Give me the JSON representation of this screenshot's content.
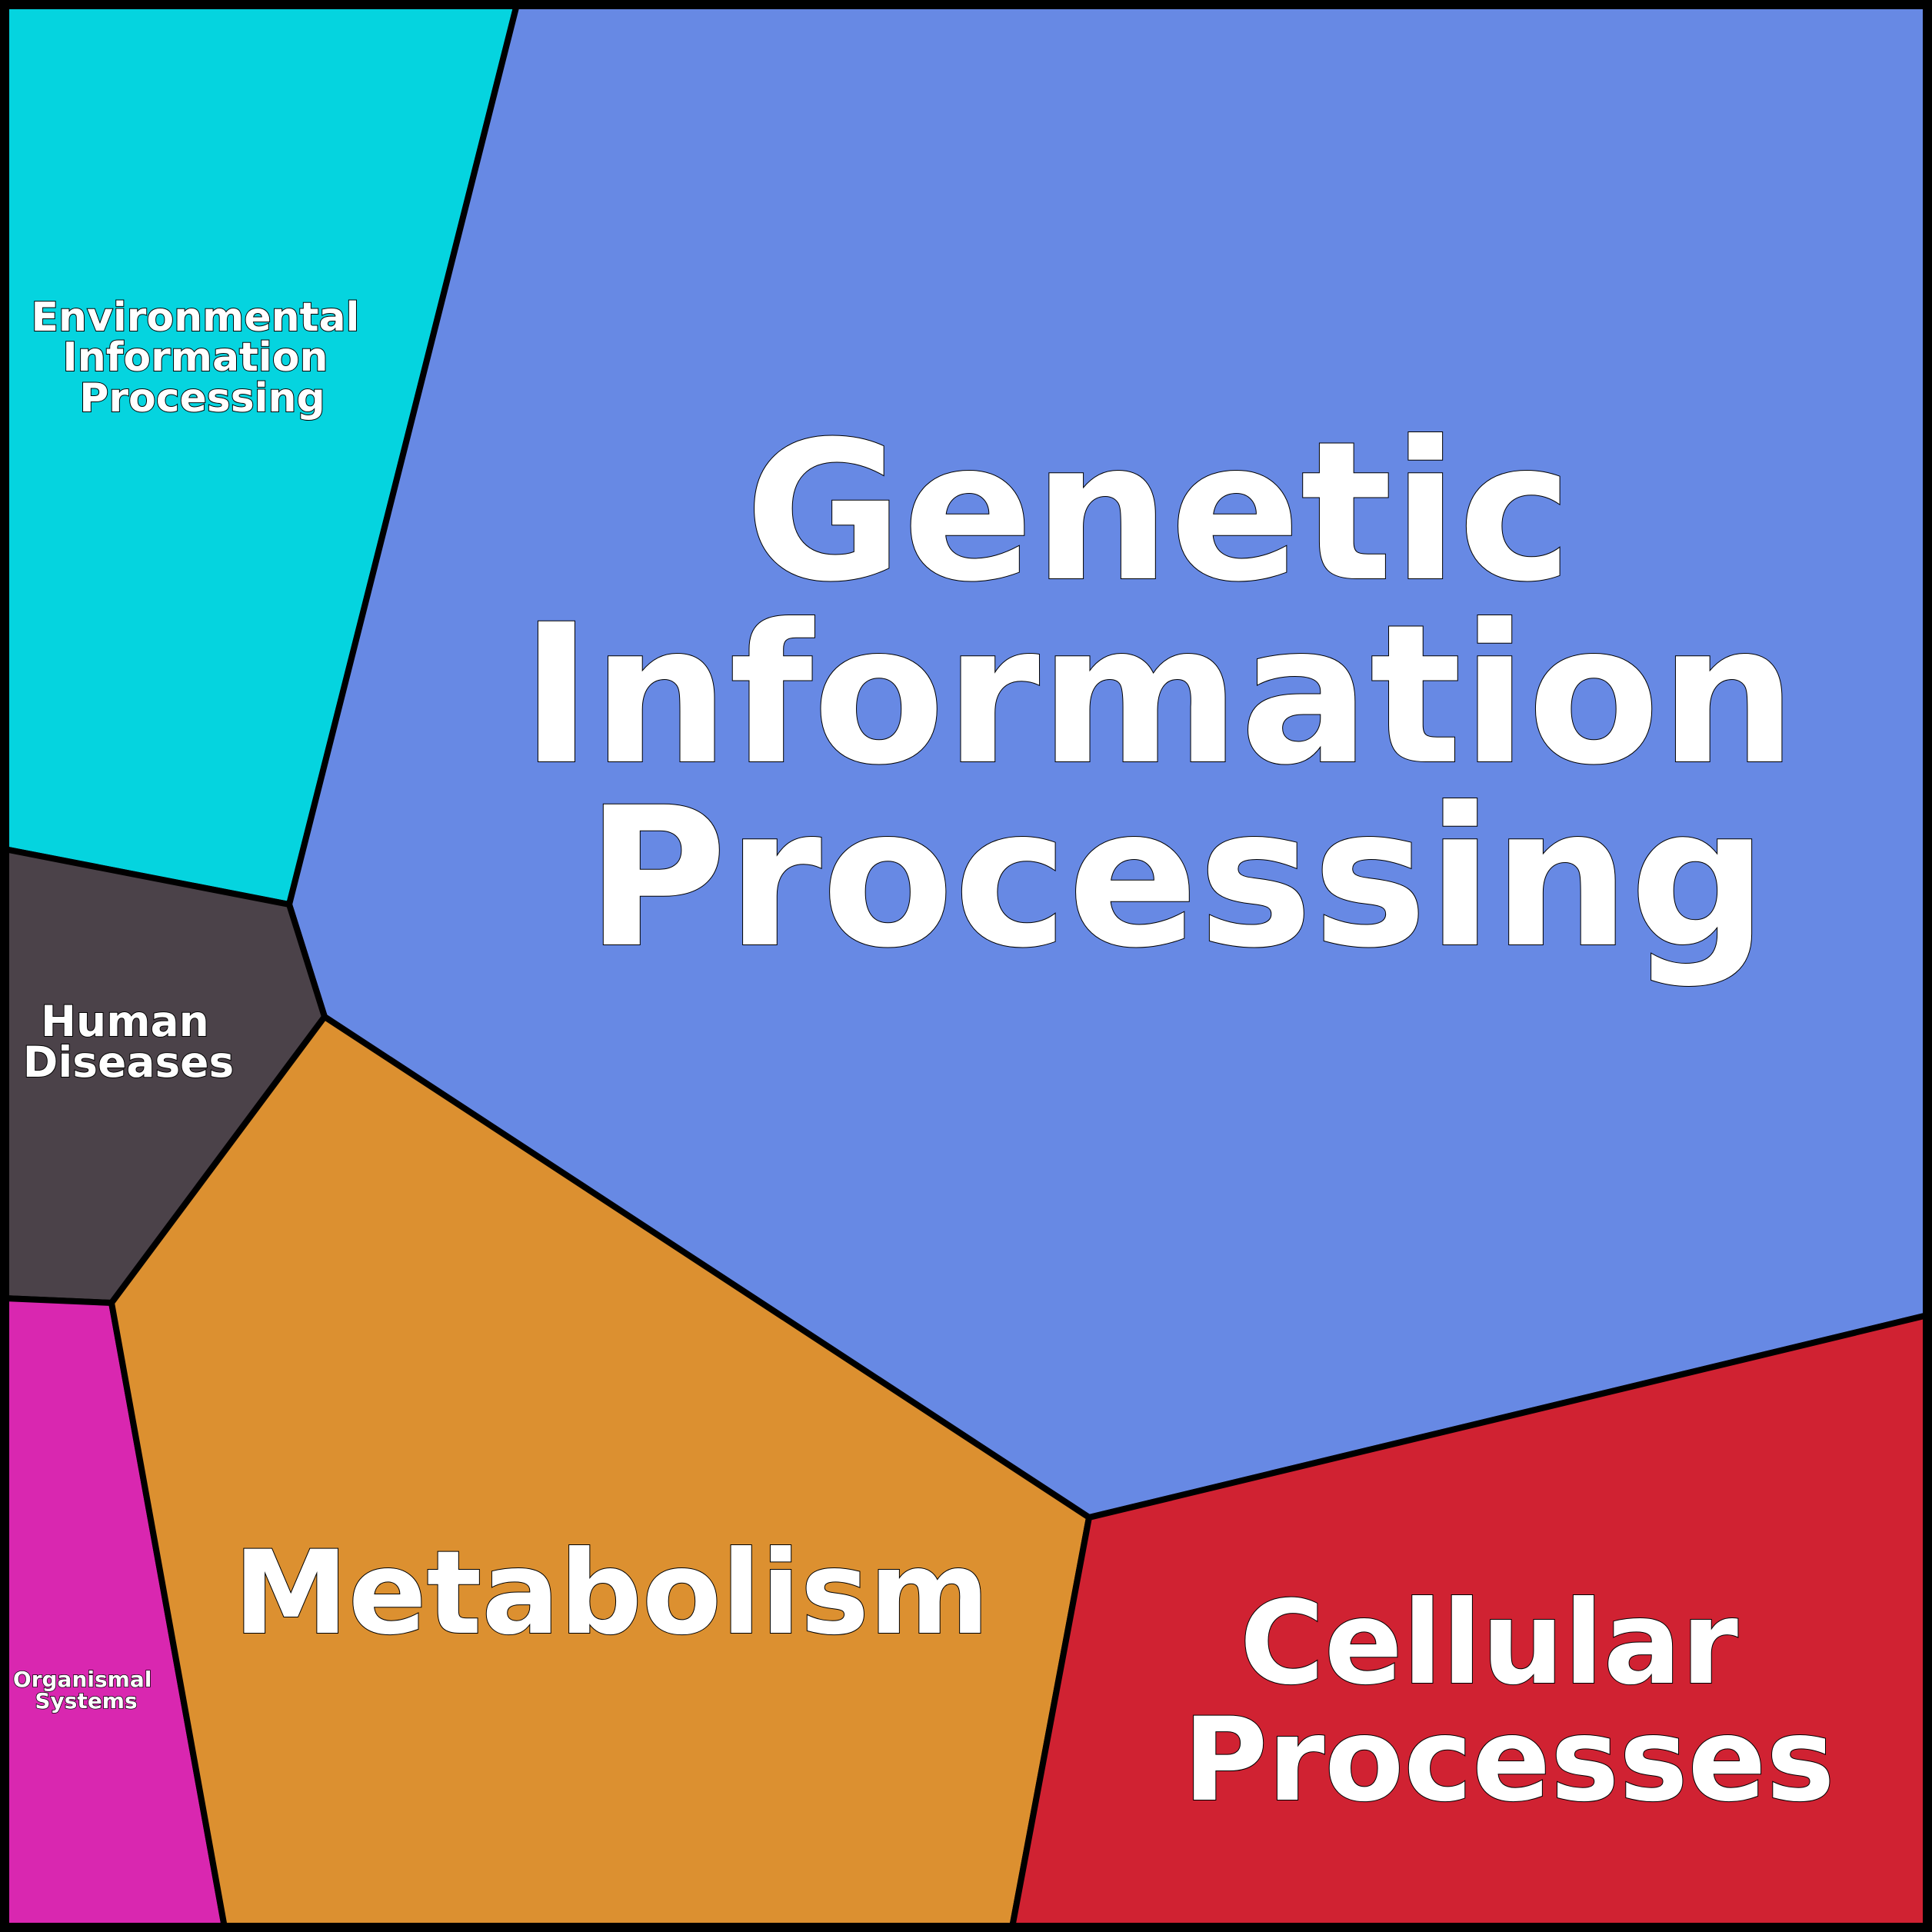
{
  "diagram": {
    "type": "voronoi-treemap",
    "cells": [
      {
        "id": "environmental-information-processing",
        "lines": [
          "Environmental",
          "Information",
          "Processing"
        ],
        "color": "#05d4df"
      },
      {
        "id": "genetic-information-processing",
        "lines": [
          "Genetic",
          "Information",
          "Processing"
        ],
        "color": "#6789e4"
      },
      {
        "id": "human-diseases",
        "lines": [
          "Human",
          "Diseases"
        ],
        "color": "#4b4249"
      },
      {
        "id": "organismal-systems",
        "lines": [
          "Organismal",
          "Systems"
        ],
        "color": "#d927b0"
      },
      {
        "id": "metabolism",
        "lines": [
          "Metabolism"
        ],
        "color": "#dc9030"
      },
      {
        "id": "cellular-processes",
        "lines": [
          "Cellular",
          "Processes"
        ],
        "color": "#d02232"
      }
    ],
    "border_color": "#000000",
    "label_color": "#ffffff"
  }
}
